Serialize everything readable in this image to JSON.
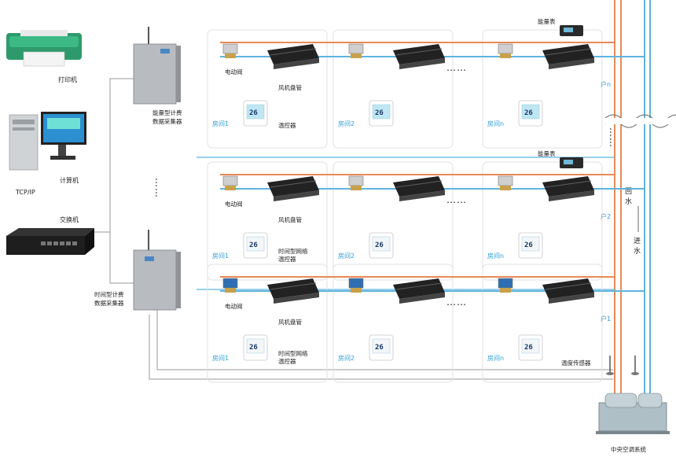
{
  "labels": {
    "printer": "打印机",
    "computer": "计算机",
    "tcpip": "TCP/IP",
    "switch": "交换机",
    "energy_collector_l1": "能量型计费",
    "energy_collector_l2": "数据采集器",
    "time_collector_l1": "时间型计费",
    "time_collector_l2": "数据采集器",
    "energy_meter": "能量表",
    "valve": "电动阀",
    "fcu": "风机盘管",
    "thermostat": "温控器",
    "time_thermostat_l1": "时间型网络",
    "time_thermostat_l2": "温控器",
    "return_water": [
      "回",
      "水"
    ],
    "supply_water": [
      "进",
      "水"
    ],
    "temp_sensor": "温度传感器",
    "chiller": "中央空调系统",
    "ellipsis": "……",
    "vdots": "⋮"
  },
  "thermostat_display": "26",
  "rows": [
    {
      "household": "户n",
      "rooms": [
        "房间1",
        "房间2",
        "房间n"
      ],
      "has_meter": true,
      "thermostat_style": "touch",
      "show_labels": true
    },
    {
      "household": "户2",
      "rooms": [
        "房间1",
        "房间2",
        "房间n"
      ],
      "has_meter": true,
      "thermostat_style": "network",
      "show_labels": true
    },
    {
      "household": "户1",
      "rooms": [
        "房间1",
        "房间2",
        "房间n"
      ],
      "has_meter": false,
      "thermostat_style": "network",
      "show_labels": true
    }
  ],
  "colors": {
    "supply_pipe": "#e98a56",
    "return_pipe": "#5fb4e0",
    "signal_line": "#9a9a9a",
    "room_text": "#2f9ed6",
    "cabinet": "#b8bcc0"
  }
}
